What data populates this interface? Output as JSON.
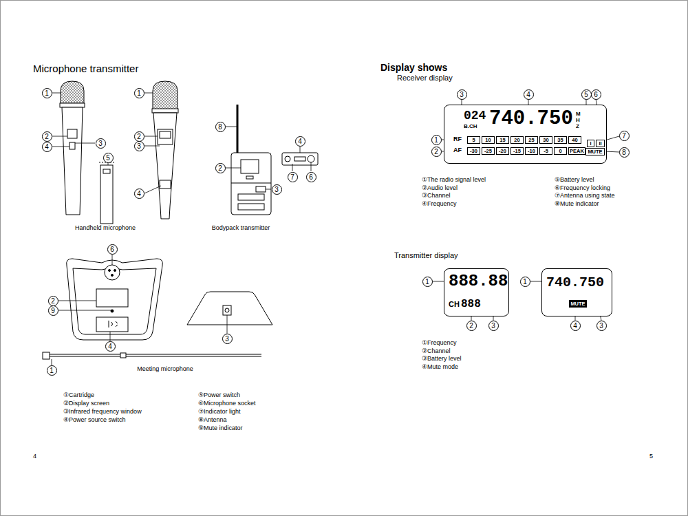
{
  "diagram": {
    "nodes": [
      {
        "text": [
          "024",
          "B.CH",
          "740.750",
          "MHZ",
          "RF",
          "AF"
        ]
      },
      {
        "text": [
          "5"
        ],
        "in": 0
      },
      {
        "text": [
          "10"
        ],
        "in": 0
      },
      {
        "text": [
          "15"
        ],
        "in": 0
      },
      {
        "text": [
          "20"
        ],
        "in": 0
      },
      {
        "text": [
          "25"
        ],
        "in": 0
      },
      {
        "text": [
          "30"
        ],
        "in": 0
      },
      {
        "text": [
          "35"
        ],
        "in": 0
      },
      {
        "text": [
          "40"
        ],
        "in": 0
      },
      {
        "text": [
          "-30"
        ],
        "in": 0
      },
      {
        "text": [
          "-25"
        ],
        "in": 0
      },
      {
        "text": [
          "-20"
        ],
        "in": 0
      },
      {
        "text": [
          "-15"
        ],
        "in": 0
      },
      {
        "text": [
          "-10"
        ],
        "in": 0
      },
      {
        "text": [
          "-5"
        ],
        "in": 0
      },
      {
        "text": [
          "0"
        ],
        "in": 0
      },
      {
        "text": [
          "PEAK"
        ],
        "in": 0
      },
      {
        "text": [
          "I"
        ],
        "in": 0
      },
      {
        "text": [
          "II"
        ],
        "in": 0
      },
      {
        "text": [
          "MUTE"
        ],
        "in": 0
      },
      {
        "text": [
          "888.88",
          "CH",
          "888"
        ]
      },
      {
        "text": [
          "740.750"
        ]
      },
      {
        "text": [
          "MUTE"
        ],
        "in": 21
      }
    ],
    "labels": [
      "Microphone transmitter",
      "1",
      "2",
      "4",
      "3",
      "5",
      "1",
      "2",
      "3",
      "4",
      "8",
      "2",
      "4",
      "3",
      "7",
      "6",
      "Handheld microphone",
      "Bodypack transmitter",
      "6",
      "2",
      "9",
      "4",
      "3",
      "1",
      "Meeting microphone",
      "①Cartridge",
      "②Display screen",
      "③Infrared frequency window",
      "④Power source switch",
      "⑤Power switch",
      "⑥Microphone socket",
      "⑦Indicator light",
      "⑧Antenna",
      "⑨Mute indicator",
      "4",
      "Display shows",
      "Receiver display",
      "3",
      "4",
      "5",
      "6",
      "1",
      "7",
      "2",
      "8",
      "①The radio signal level",
      "②Audio level",
      "③Channel",
      "④Frequency",
      "⑤Battery level",
      "⑥Frequency locking",
      "⑦Antenna using state",
      "⑧Mute indicator",
      "Transmitter display",
      "1",
      "2",
      "3",
      "1",
      "4",
      "3",
      "①Frequency",
      "②Channel",
      "③Battery level",
      "④Mute mode",
      "5"
    ]
  }
}
